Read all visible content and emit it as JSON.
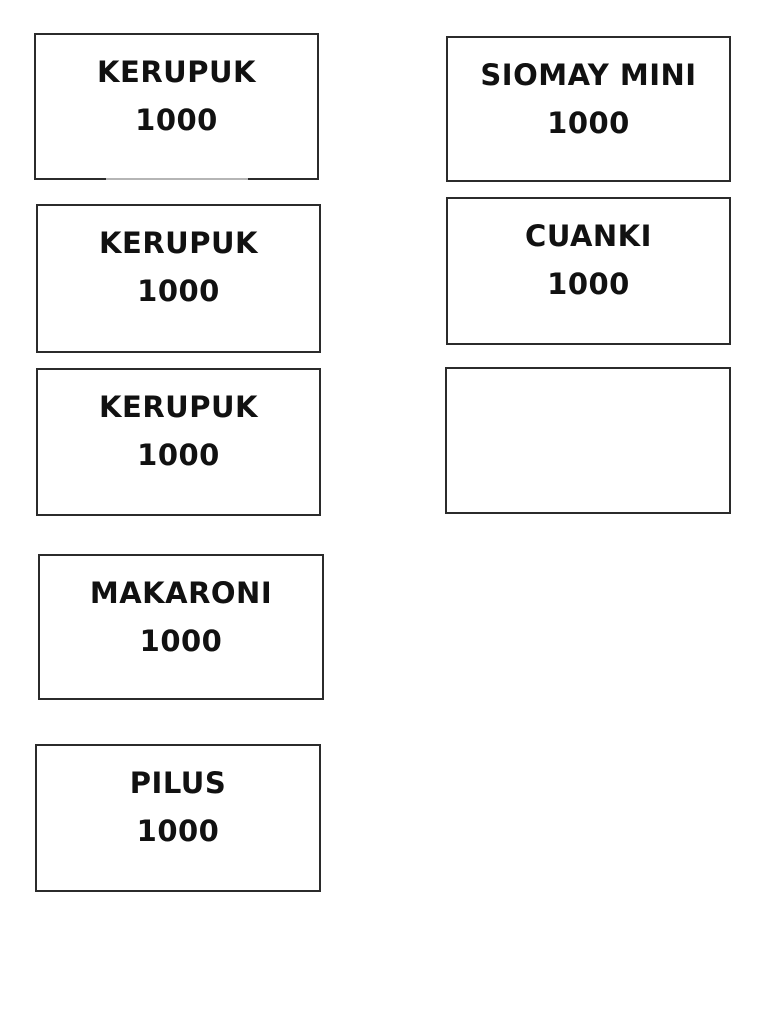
{
  "page": {
    "type": "price-label-sheet",
    "background_color": "#ffffff"
  },
  "colors": {
    "card_border": "#2b2b2b",
    "text": "#111111",
    "faded_border_segment": "#b5b5b5"
  },
  "cards": [
    {
      "label": "KERUPUK",
      "price": "1000",
      "column": "left",
      "row": 1
    },
    {
      "label": "KERUPUK",
      "price": "1000",
      "column": "left",
      "row": 2
    },
    {
      "label": "KERUPUK",
      "price": "1000",
      "column": "left",
      "row": 3
    },
    {
      "label": "MAKARONI",
      "price": "1000",
      "column": "left",
      "row": 4
    },
    {
      "label": "PILUS",
      "price": "1000",
      "column": "left",
      "row": 5
    },
    {
      "label": "SIOMAY MINI",
      "price": "1000",
      "column": "right",
      "row": 1
    },
    {
      "label": "CUANKI",
      "price": "1000",
      "column": "right",
      "row": 2
    },
    {
      "label": "",
      "price": "",
      "column": "right",
      "row": 3
    }
  ]
}
